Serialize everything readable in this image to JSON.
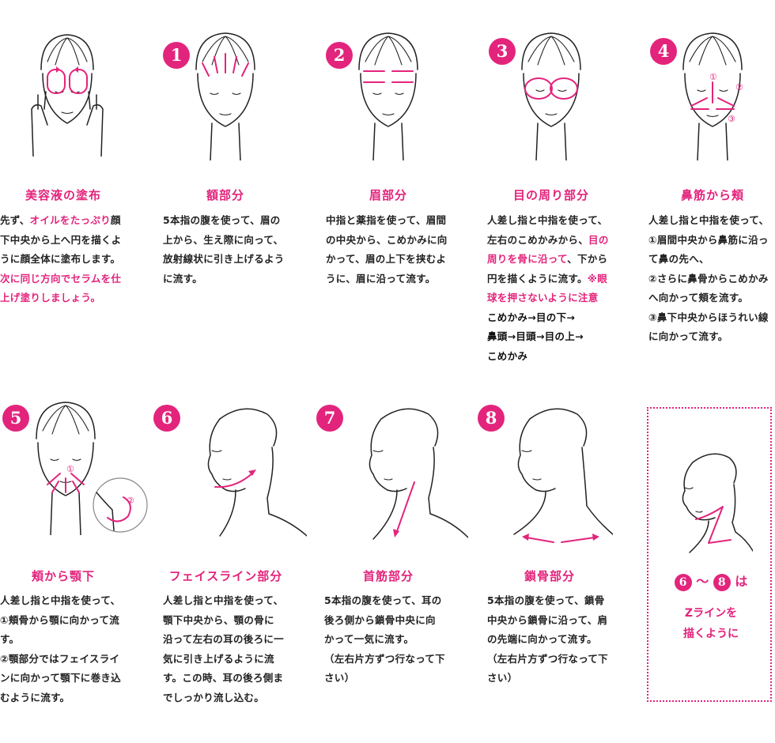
{
  "colors": {
    "accent": "#e3247c",
    "text": "#222222"
  },
  "steps": [
    {
      "badge": "",
      "title": "美容液の塗布",
      "lines": [
        [
          {
            "t": "先ず、"
          },
          {
            "t": "オイルをたっぷり",
            "c": "pink"
          },
          {
            "t": "顔"
          }
        ],
        [
          {
            "t": "下中央から上へ円を描くよ"
          }
        ],
        [
          {
            "t": "うに顔全体に塗布します。"
          }
        ],
        [
          {
            "t": "次に同じ方向でセラムを仕",
            "c": "pink"
          }
        ],
        [
          {
            "t": "上げ塗りしましょう。",
            "c": "pink"
          }
        ]
      ]
    },
    {
      "badge": "1",
      "title": "額部分",
      "lines": [
        [
          {
            "t": "5本指の腹を使って、眉の"
          }
        ],
        [
          {
            "t": "上から、生え際に向って、"
          }
        ],
        [
          {
            "t": "放射線状に引き上げるよう"
          }
        ],
        [
          {
            "t": "に流す。"
          }
        ]
      ]
    },
    {
      "badge": "2",
      "title": "眉部分",
      "lines": [
        [
          {
            "t": "中指と薬指を使って、眉間"
          }
        ],
        [
          {
            "t": "の中央から、こめかみに向"
          }
        ],
        [
          {
            "t": "かって、眉の上下を挟むよ"
          }
        ],
        [
          {
            "t": "うに、眉に沿って流す。"
          }
        ]
      ]
    },
    {
      "badge": "3",
      "title": "目の周り部分",
      "lines": [
        [
          {
            "t": "人差し指と中指を使って、"
          }
        ],
        [
          {
            "t": "左右のこめかみから、"
          },
          {
            "t": "目の",
            "c": "pink"
          }
        ],
        [
          {
            "t": "周りを骨に沿って",
            "c": "pink"
          },
          {
            "t": "、下から"
          }
        ],
        [
          {
            "t": "円を描くように流す。"
          },
          {
            "t": "※眼",
            "c": "pink"
          }
        ],
        [
          {
            "t": "球を押さないように注意",
            "c": "pink"
          }
        ],
        [
          {
            "t": "こめかみ→目の下→",
            "c": "black"
          }
        ],
        [
          {
            "t": "鼻頭→目頭→目の上→",
            "c": "black"
          }
        ],
        [
          {
            "t": "こめかみ",
            "c": "black"
          }
        ]
      ]
    },
    {
      "badge": "4",
      "title": "鼻筋から頬",
      "lines": [
        [
          {
            "t": "人差し指と中指を使って、"
          }
        ],
        [
          {
            "t": "①眉間中央から鼻筋に沿っ"
          }
        ],
        [
          {
            "t": "て鼻の先へ、"
          }
        ],
        [
          {
            "t": "②さらに鼻骨からこめかみ"
          }
        ],
        [
          {
            "t": "へ向かって頬を流す。"
          }
        ],
        [
          {
            "t": "③鼻下中央からほうれい線"
          }
        ],
        [
          {
            "t": "に向かって流す。"
          }
        ]
      ]
    },
    {
      "badge": "5",
      "title": "頬から顎下",
      "lines": [
        [
          {
            "t": "人差し指と中指を使って、"
          }
        ],
        [
          {
            "t": "①頬骨から顎に向かって流"
          }
        ],
        [
          {
            "t": "す。"
          }
        ],
        [
          {
            "t": "②顎部分ではフェイスライ"
          }
        ],
        [
          {
            "t": "ンに向かって顎下に巻き込"
          }
        ],
        [
          {
            "t": "むように流す。"
          }
        ]
      ]
    },
    {
      "badge": "6",
      "title": "フェイスライン部分",
      "lines": [
        [
          {
            "t": "人差し指と中指を使って、"
          }
        ],
        [
          {
            "t": "顎下中央から、顎の骨に"
          }
        ],
        [
          {
            "t": "沿って左右の耳の後ろに一"
          }
        ],
        [
          {
            "t": "気に引き上げるように流"
          }
        ],
        [
          {
            "t": "す。この時、耳の後ろ側ま"
          }
        ],
        [
          {
            "t": "でしっかり流し込む。"
          }
        ]
      ]
    },
    {
      "badge": "7",
      "title": "首筋部分",
      "lines": [
        [
          {
            "t": "5本指の腹を使って、耳の"
          }
        ],
        [
          {
            "t": "後ろ側から鎖骨中央に向"
          }
        ],
        [
          {
            "t": "かって一気に流す。"
          }
        ],
        [
          {
            "t": "（左右片方ずつ行なって下"
          }
        ],
        [
          {
            "t": "さい）"
          }
        ]
      ]
    },
    {
      "badge": "8",
      "title": "鎖骨部分",
      "lines": [
        [
          {
            "t": "5本指の腹を使って、鎖骨"
          }
        ],
        [
          {
            "t": "中央から鎖骨に沿って、肩"
          }
        ],
        [
          {
            "t": "の先端に向かって流す。"
          }
        ],
        [
          {
            "t": "（左右片方ずつ行なって下"
          }
        ],
        [
          {
            "t": "さい）"
          }
        ]
      ]
    }
  ],
  "zline": {
    "from_badge": "6",
    "tilde": "～",
    "to_badge": "8",
    "wa": "は",
    "caption_line1": "Zラインを",
    "caption_line2": "描くように"
  },
  "diagram_labels": {
    "step4": [
      "①",
      "②",
      "③"
    ],
    "step5": [
      "①",
      "②"
    ]
  }
}
